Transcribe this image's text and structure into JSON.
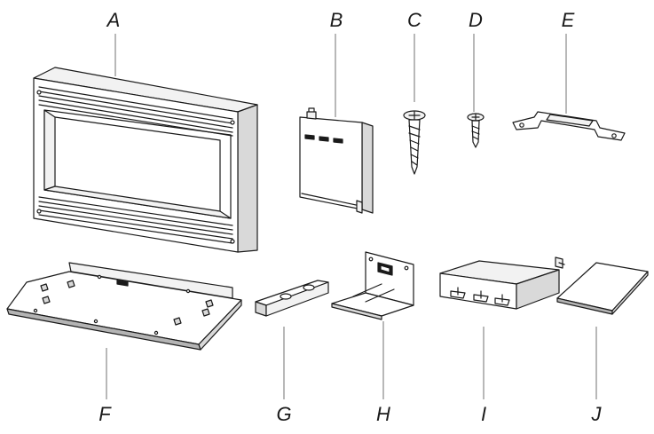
{
  "parts": [
    {
      "id": "A",
      "label": "A"
    },
    {
      "id": "B",
      "label": "B"
    },
    {
      "id": "C",
      "label": "C"
    },
    {
      "id": "D",
      "label": "D"
    },
    {
      "id": "E",
      "label": "E"
    },
    {
      "id": "F",
      "label": "F"
    },
    {
      "id": "G",
      "label": "G"
    },
    {
      "id": "H",
      "label": "H"
    },
    {
      "id": "I",
      "label": "I"
    },
    {
      "id": "J",
      "label": "J"
    }
  ]
}
